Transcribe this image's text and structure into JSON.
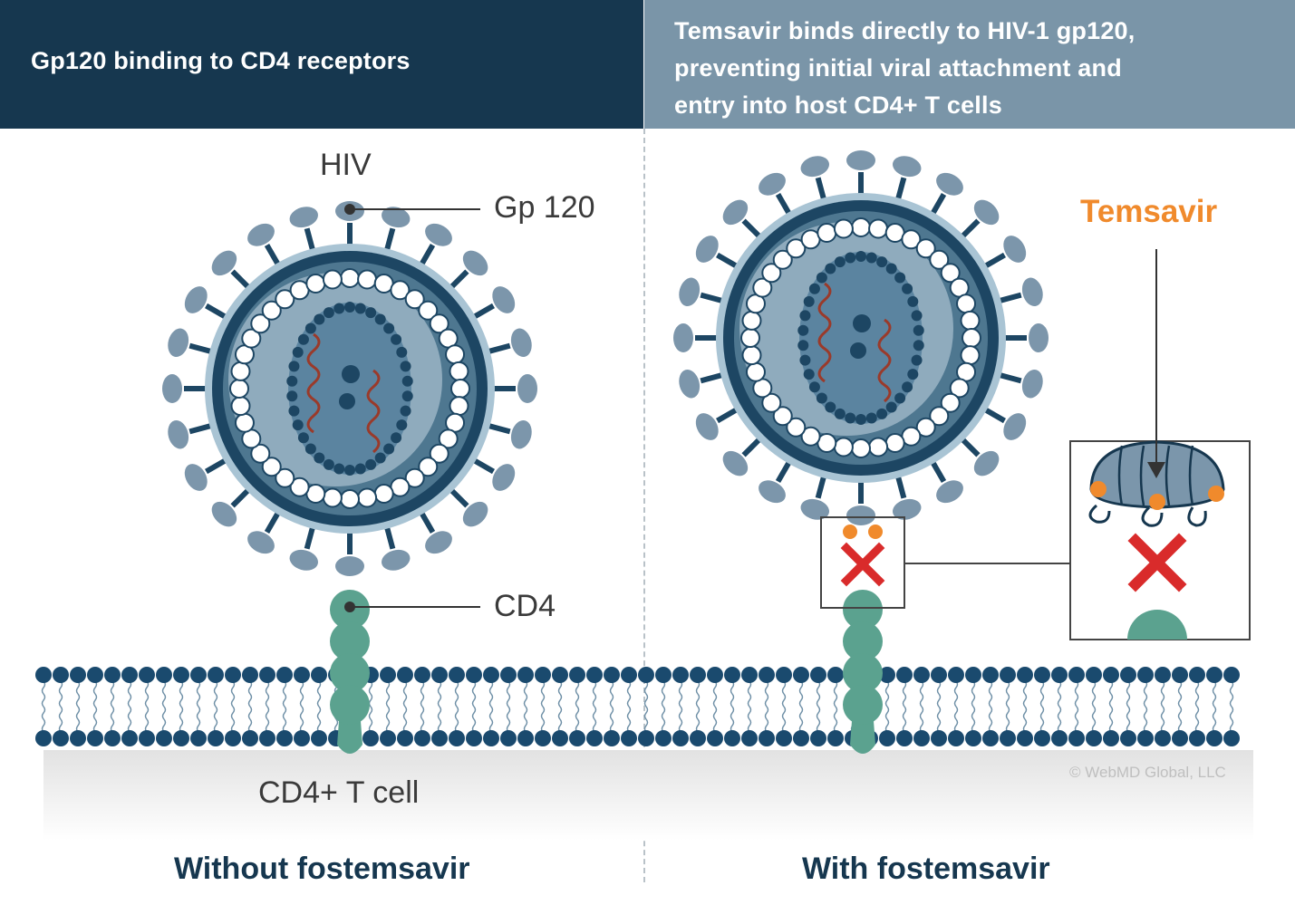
{
  "header_left": {
    "text": "Gp120 binding to CD4 receptors"
  },
  "header_right": {
    "lines": [
      "Temsavir binds directly to HIV-1 gp120,",
      "preventing initial viral attachment and",
      "entry into host CD4+ T cells"
    ]
  },
  "labels": {
    "hiv": "HIV",
    "gp120": "Gp 120",
    "cd4": "CD4",
    "cell": "CD4+ T cell",
    "temsavir": "Temsavir"
  },
  "captions": {
    "left": "Without fostemsavir",
    "right": "With fostemsavir"
  },
  "copyright": "© WebMD Global, LLC",
  "colors": {
    "header_dark": "#16374f",
    "header_light": "#7a95a8",
    "virus_outer": "#1d4663",
    "virus_fill": "#4e7790",
    "spike": "#7c96ab",
    "cd4": "#5ba28f",
    "membrane": "#1a4a6e",
    "drug": "#f08a2c",
    "block": "#d92b2b"
  }
}
